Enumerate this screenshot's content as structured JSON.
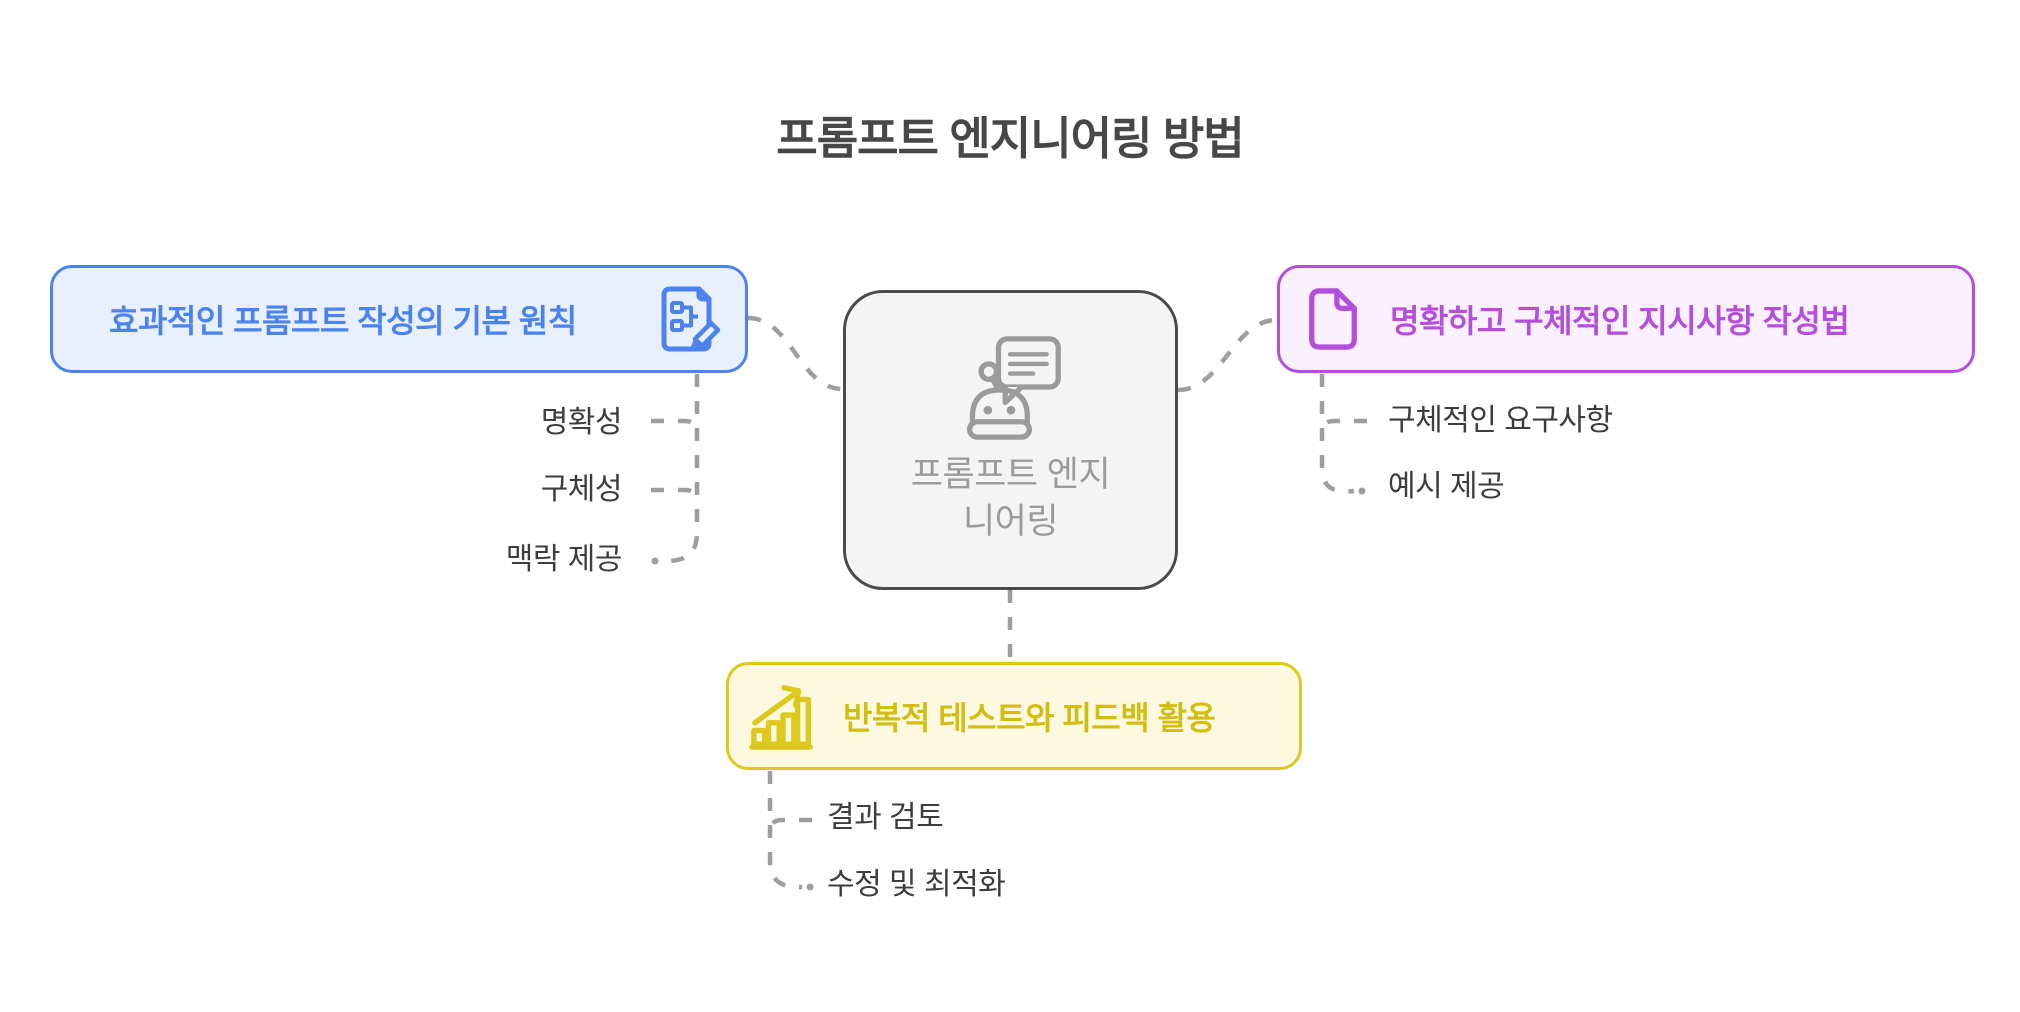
{
  "title": "프롬프트 엔지니어링 방법",
  "center_node": {
    "label": "프롬프트 엔지니어링",
    "label_lines": [
      "프롬프트 엔지",
      "니어링"
    ],
    "icon": "robot-chat-icon"
  },
  "nodes": {
    "left": {
      "label": "효과적인 프롬프트 작성의 기본 원칙",
      "icon": "document-edit-icon",
      "accent": "#4b82ec",
      "background": "#e9f0fd",
      "children": [
        "명확성",
        "구체성",
        "맥락 제공"
      ]
    },
    "right": {
      "label": "명확하고 구체적인 지시사항 작성법",
      "icon": "document-icon",
      "accent": "#b44fdc",
      "background": "#fbf1fe",
      "children": [
        "구체적인 요구사항",
        "예시 제공"
      ]
    },
    "bottom": {
      "label": "반복적 테스트와 피드백 활용",
      "icon": "bar-chart-growth-icon",
      "accent": "#ddc81c",
      "background": "#fdf9e1",
      "children": [
        "결과 검토",
        "수정 및 최적화"
      ]
    }
  },
  "colors": {
    "page_background": "#ffffff",
    "title_text": "#474747",
    "center_border": "#4a4a4a",
    "center_background": "#f4f4f3",
    "center_text": "#9b9b9b",
    "connector": "#9e9e9e",
    "child_text": "#3d3d3d"
  }
}
